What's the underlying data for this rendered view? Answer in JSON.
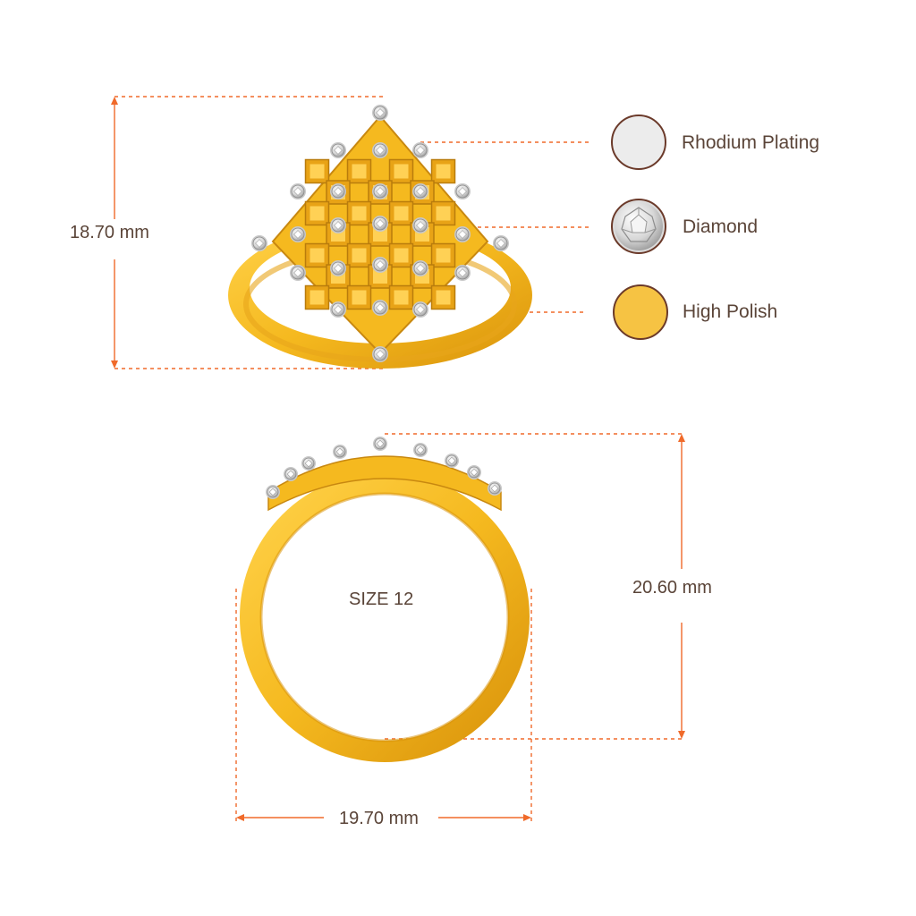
{
  "dimensions": {
    "height_top": "18.70 mm",
    "height_side": "20.60 mm",
    "width_side": "19.70 mm",
    "size": "SIZE 12"
  },
  "legend": {
    "rhodium": {
      "label": "Rhodium Plating",
      "color": "#ececec"
    },
    "diamond": {
      "label": "Diamond",
      "color": "#d9d9d9"
    },
    "polish": {
      "label": "High Polish",
      "color": "#f6c343"
    }
  },
  "colors": {
    "guide": "#f06a2a",
    "gold": "#f5b91f",
    "gold_dark": "#d9930b",
    "text": "#5a4438"
  }
}
